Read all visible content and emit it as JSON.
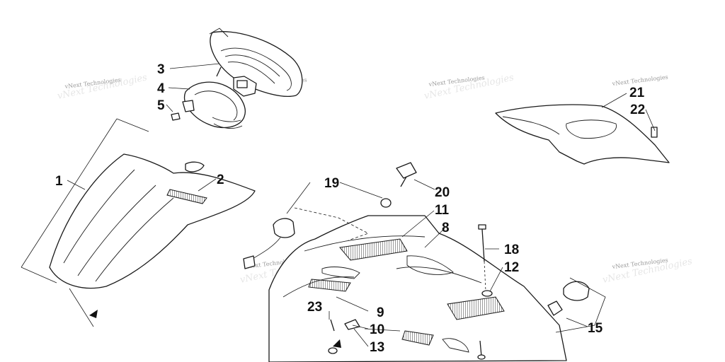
{
  "callouts": {
    "c1": "1",
    "c2": "2",
    "c3": "3",
    "c4": "4",
    "c5": "5",
    "c8": "8",
    "c9": "9",
    "c10": "10",
    "c11": "11",
    "c12": "12",
    "c13": "13",
    "c15": "15",
    "c18": "18",
    "c19": "19",
    "c20": "20",
    "c21": "21",
    "c22": "22",
    "c23": "23"
  },
  "watermark": "vNext Technologies"
}
